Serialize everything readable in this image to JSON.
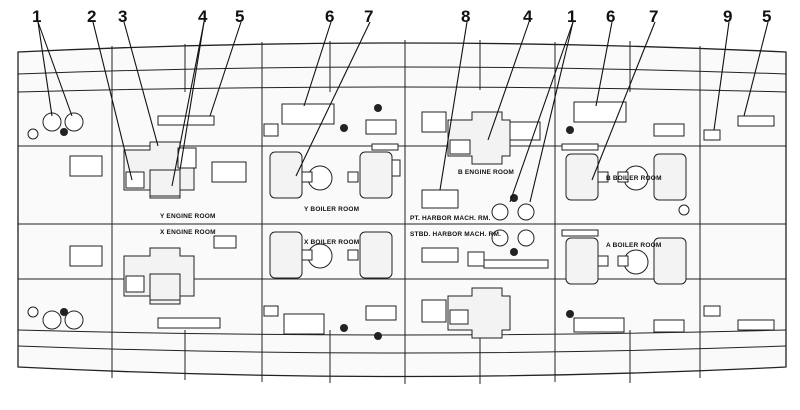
{
  "callouts": {
    "n1a": "1",
    "n2": "2",
    "n3": "3",
    "n4a": "4",
    "n5a": "5",
    "n6a": "6",
    "n7a": "7",
    "n8": "8",
    "n4b": "4",
    "n1b": "1",
    "n6b": "6",
    "n7b": "7",
    "n9": "9",
    "n5b": "5"
  },
  "rooms": {
    "y_engine": "Y ENGINE ROOM",
    "x_engine": "X ENGINE ROOM",
    "y_boiler": "Y BOILER ROOM",
    "x_boiler": "X BOILER ROOM",
    "b_engine": "B ENGINE ROOM",
    "pt_harbor": "PT. HARBOR MACH. RM.",
    "stbd_harbor": "STBD. HARBOR MACH. RM.",
    "b_boiler": "B BOILER ROOM",
    "a_boiler": "A BOILER ROOM"
  }
}
